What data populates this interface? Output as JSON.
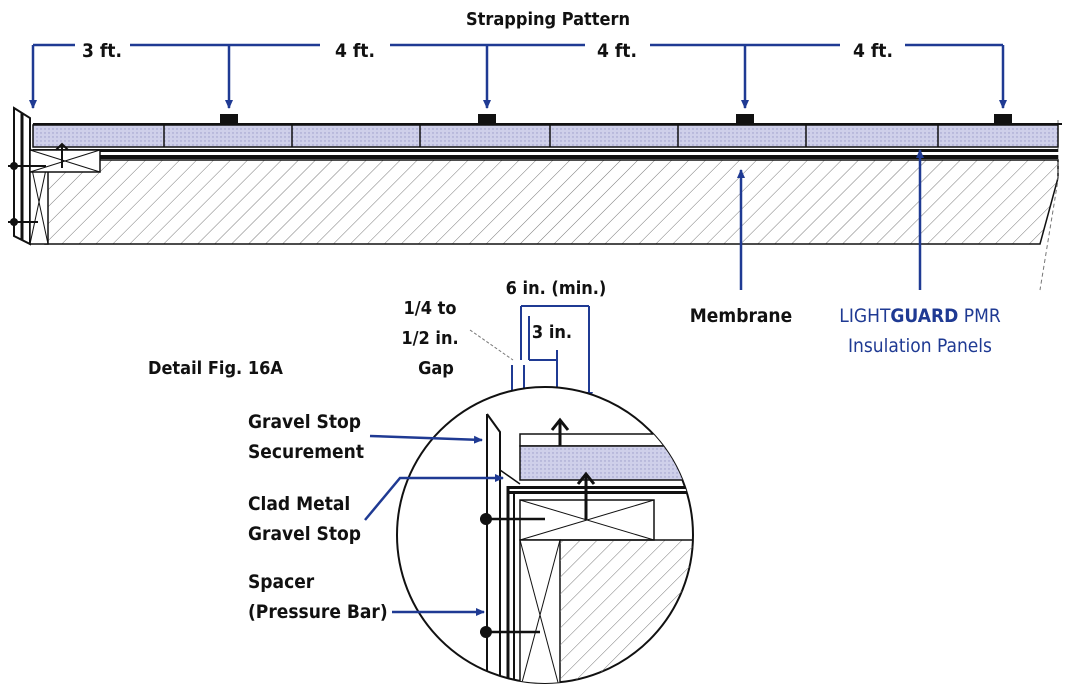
{
  "title": "Strapping Pattern",
  "spacings": [
    {
      "label": "3 ft."
    },
    {
      "label": "4 ft."
    },
    {
      "label": "4 ft."
    },
    {
      "label": "4 ft."
    }
  ],
  "labels": {
    "membrane": "Membrane",
    "panels_line1_light": "LIGHT",
    "panels_line1_guard": "GUARD",
    "panels_line1_rest": " PMR",
    "panels_line2": "Insulation Panels",
    "detail_title": "Detail Fig. 16A",
    "gap_line1": "1/4 to",
    "gap_line2": "1/2 in.",
    "gap_line3": "Gap",
    "dim_6in": "6 in. (min.)",
    "dim_3in": "3 in.",
    "gravel_stop_secure_1": "Gravel Stop",
    "gravel_stop_secure_2": "Securement",
    "clad_metal_1": "Clad Metal",
    "clad_metal_2": "Gravel Stop",
    "spacer_1": "Spacer",
    "spacer_2": "(Pressure Bar)"
  },
  "colors": {
    "arrow": "#1f3a93",
    "insulation": "#c9c9e6",
    "ink": "#111111",
    "brand_blue": "#1f3a93"
  }
}
